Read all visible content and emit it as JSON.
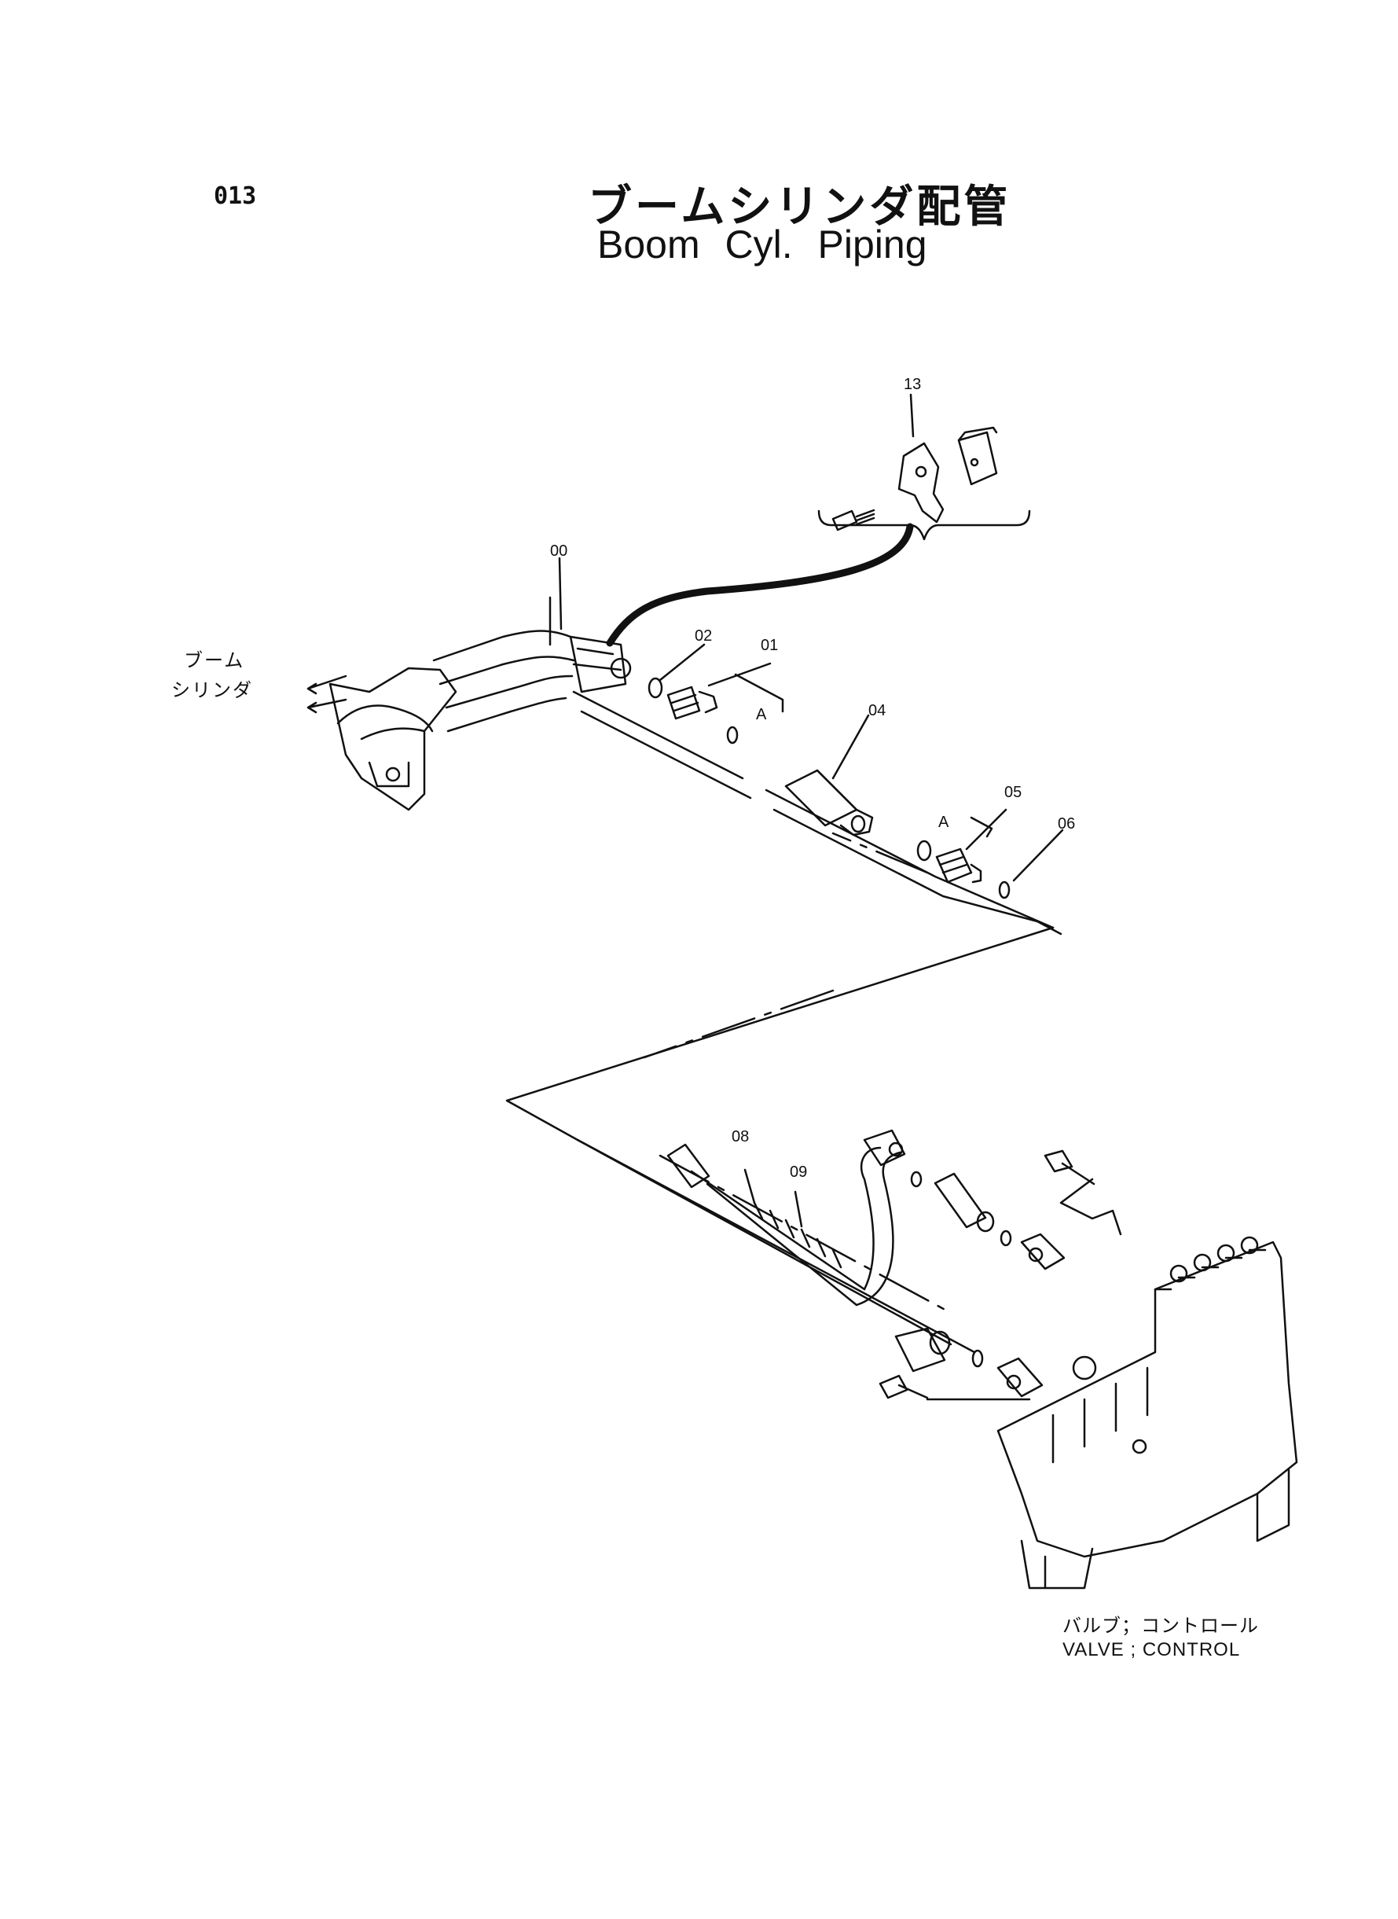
{
  "page_number": "013",
  "title_jp": "ブームシリンダ配管",
  "title_en": "Boom  Cyl.  Piping",
  "labels": {
    "part_00": "00",
    "part_01": "01",
    "part_02": "02",
    "part_04": "04",
    "part_05": "05",
    "part_06": "06",
    "part_08": "08",
    "part_09": "09",
    "part_13": "13",
    "point_a1": "A",
    "point_a2": "A"
  },
  "boom_cylinder_jp": [
    "ブーム",
    "シリンダ"
  ],
  "valve_label_jp": "バルブ；コントロール",
  "valve_label_en": "VALVE ; CONTROL"
}
